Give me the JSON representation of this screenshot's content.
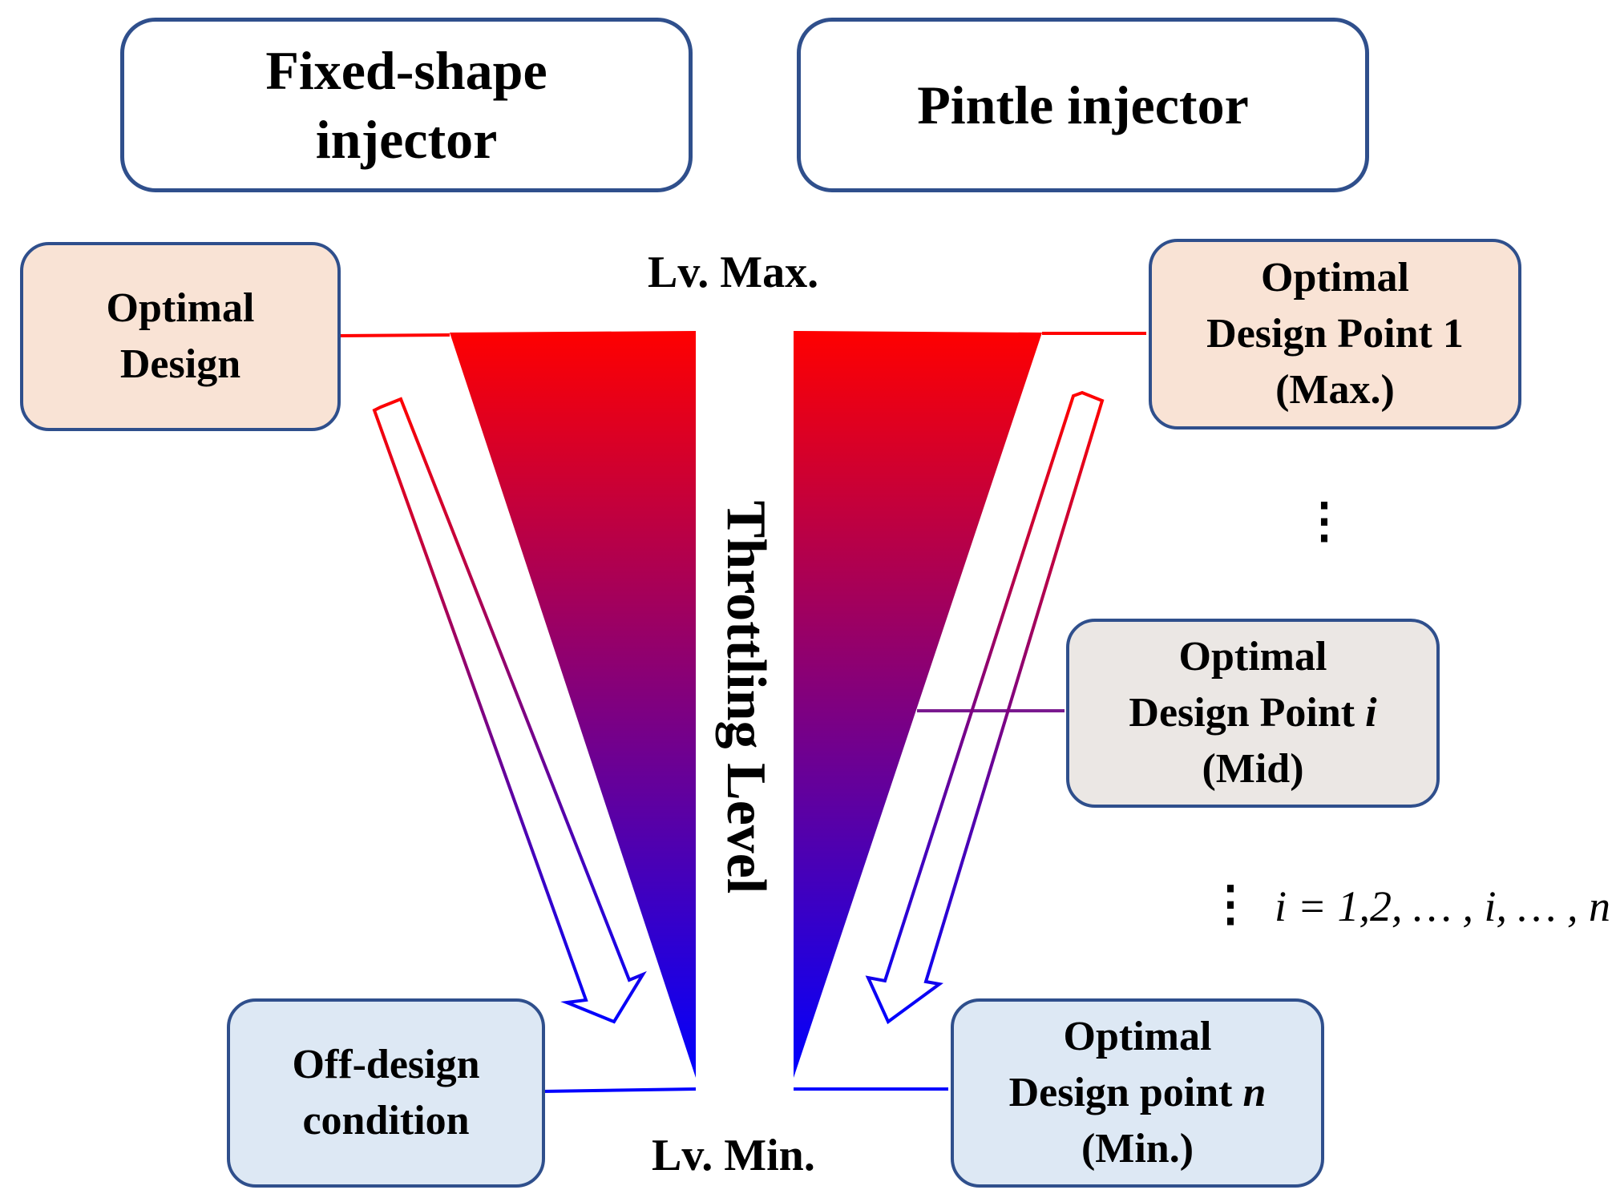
{
  "headers": {
    "fixed": [
      "Fixed-shape",
      "injector"
    ],
    "pintle": "Pintle injector"
  },
  "levels": {
    "max": "Lv. Max.",
    "min": "Lv. Min.",
    "axis": "Throttling Level"
  },
  "left_nodes": {
    "optimal_design": [
      "Optimal",
      "Design"
    ],
    "off_design": [
      "Off-design",
      "condition"
    ]
  },
  "right_nodes": {
    "point1": [
      "Optimal",
      "Design Point 1",
      "(Max.)"
    ],
    "pointi": [
      "Optimal",
      "Design Point ",
      "i",
      "(Mid)"
    ],
    "pointn": [
      "Optimal",
      "Design point ",
      "n",
      "(Min.)"
    ]
  },
  "ellipsis": "⋮",
  "index_formula": "i = 1,2, … , i, … , n",
  "colors": {
    "high": "#ff0000",
    "low": "#0000ff",
    "mid_connector": "#7a1a8f",
    "box_border": "#2f4f8c",
    "peach": "#f9e3d5",
    "grey": "#ebe7e4",
    "blue": "#dde8f4"
  }
}
